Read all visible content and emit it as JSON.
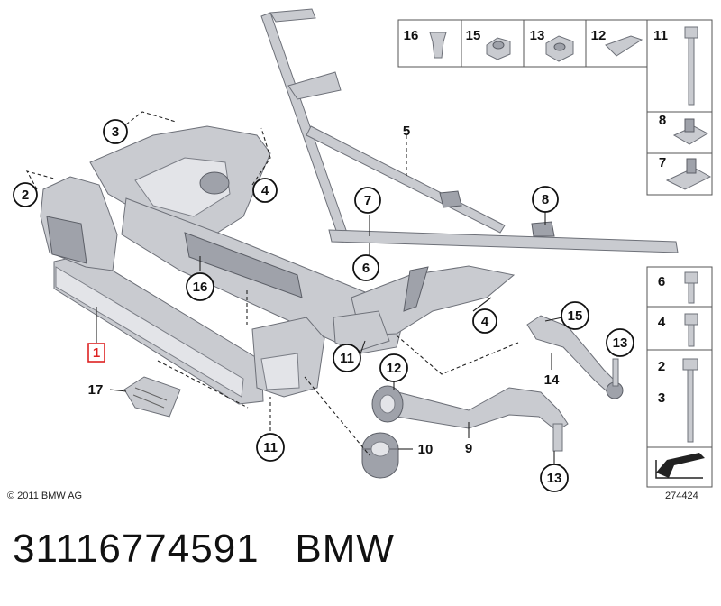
{
  "copyright": "© 2011 BMW AG",
  "diagram_number": "274424",
  "caption": {
    "part_number": "31116774591",
    "brand": "BMW"
  },
  "callouts": {
    "c1": "1",
    "c2": "2",
    "c3": "3",
    "c4a": "4",
    "c4b": "4",
    "c5": "5",
    "c6": "6",
    "c7": "7",
    "c8": "8",
    "c9": "9",
    "c10": "10",
    "c11a": "11",
    "c11b": "11",
    "c12": "12",
    "c13a": "13",
    "c13b": "13",
    "c14": "14",
    "c15": "15",
    "c16": "16",
    "c17": "17"
  },
  "hardware_panel_top": [
    "16",
    "15",
    "13",
    "12",
    "11"
  ],
  "hardware_panel_right": [
    "8",
    "7"
  ],
  "bolt_panel": [
    "6",
    "4",
    "2",
    "3"
  ]
}
